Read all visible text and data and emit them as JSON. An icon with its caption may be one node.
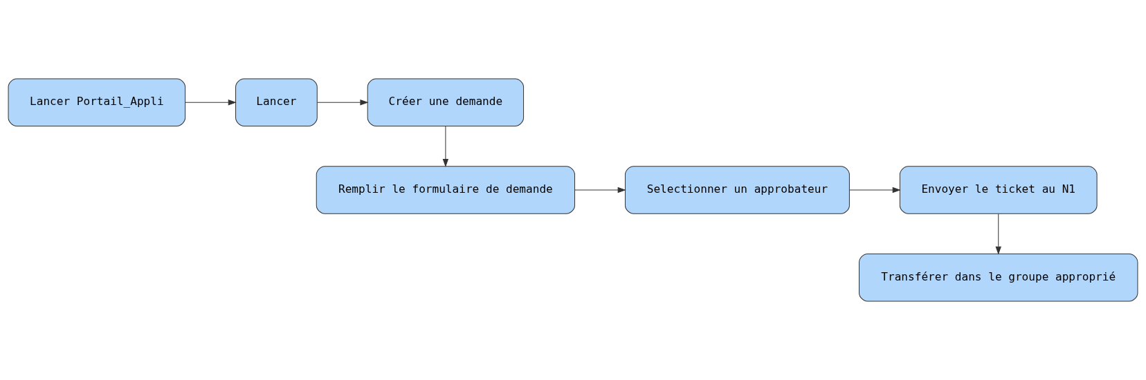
{
  "diagram": {
    "nodes": [
      {
        "text": [
          "Lancer Portail_Appli"
        ]
      },
      {
        "text": [
          "Lancer"
        ]
      },
      {
        "text": [
          "Créer une demande"
        ]
      },
      {
        "text": [
          "Envoyer le ticket au N1"
        ]
      },
      {
        "text": [
          "Selectionner un approbateur"
        ]
      },
      {
        "text": [
          "Remplir le formulaire de demande"
        ]
      },
      {
        "text": [
          "Transférer dans le groupe approprié"
        ]
      }
    ],
    "edges": [
      {
        "from": 0,
        "to": 1,
        "arrow": "to"
      },
      {
        "from": 1,
        "to": 2,
        "arrow": "to"
      },
      {
        "from": 2,
        "to": 5,
        "arrow": "to"
      },
      {
        "from": 5,
        "to": 4,
        "arrow": "to"
      },
      {
        "from": 4,
        "to": 3,
        "arrow": "to"
      },
      {
        "from": 3,
        "to": 6,
        "arrow": "to"
      }
    ]
  }
}
